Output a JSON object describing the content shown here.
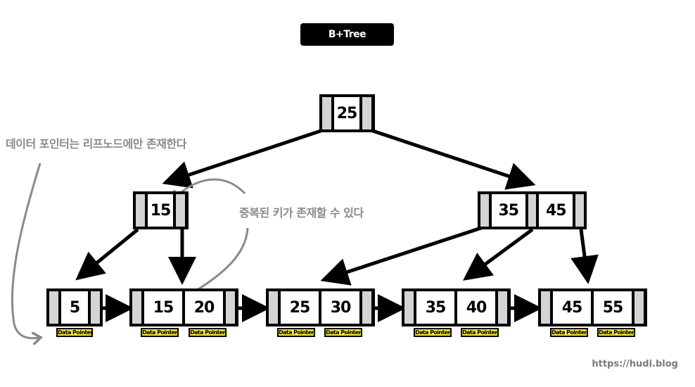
{
  "title": "B+Tree",
  "annotations": {
    "leaf_note": "데이터 포인터는 리프노드에만 존재한다",
    "duplicate_note": "중복된 키가 존재할 수 있다"
  },
  "tree": {
    "root": {
      "keys": [
        "25"
      ]
    },
    "internal": [
      {
        "keys": [
          "15"
        ]
      },
      {
        "keys": [
          "35",
          "45"
        ]
      }
    ],
    "leaves": [
      {
        "keys": [
          "5"
        ],
        "pointers": [
          "Data Pointer"
        ]
      },
      {
        "keys": [
          "15",
          "20"
        ],
        "pointers": [
          "Data Pointer",
          "Data Pointer"
        ]
      },
      {
        "keys": [
          "25",
          "30"
        ],
        "pointers": [
          "Data Pointer",
          "Data Pointer"
        ]
      },
      {
        "keys": [
          "35",
          "40"
        ],
        "pointers": [
          "Data Pointer",
          "Data Pointer"
        ]
      },
      {
        "keys": [
          "45",
          "55"
        ],
        "pointers": [
          "Data Pointer",
          "Data Pointer"
        ]
      }
    ]
  },
  "colors": {
    "pointer_label": "#f7e54a",
    "node_separator": "#d4d4d4",
    "annotation": "#8a8a8a"
  },
  "footer": "https://hudi.blog"
}
